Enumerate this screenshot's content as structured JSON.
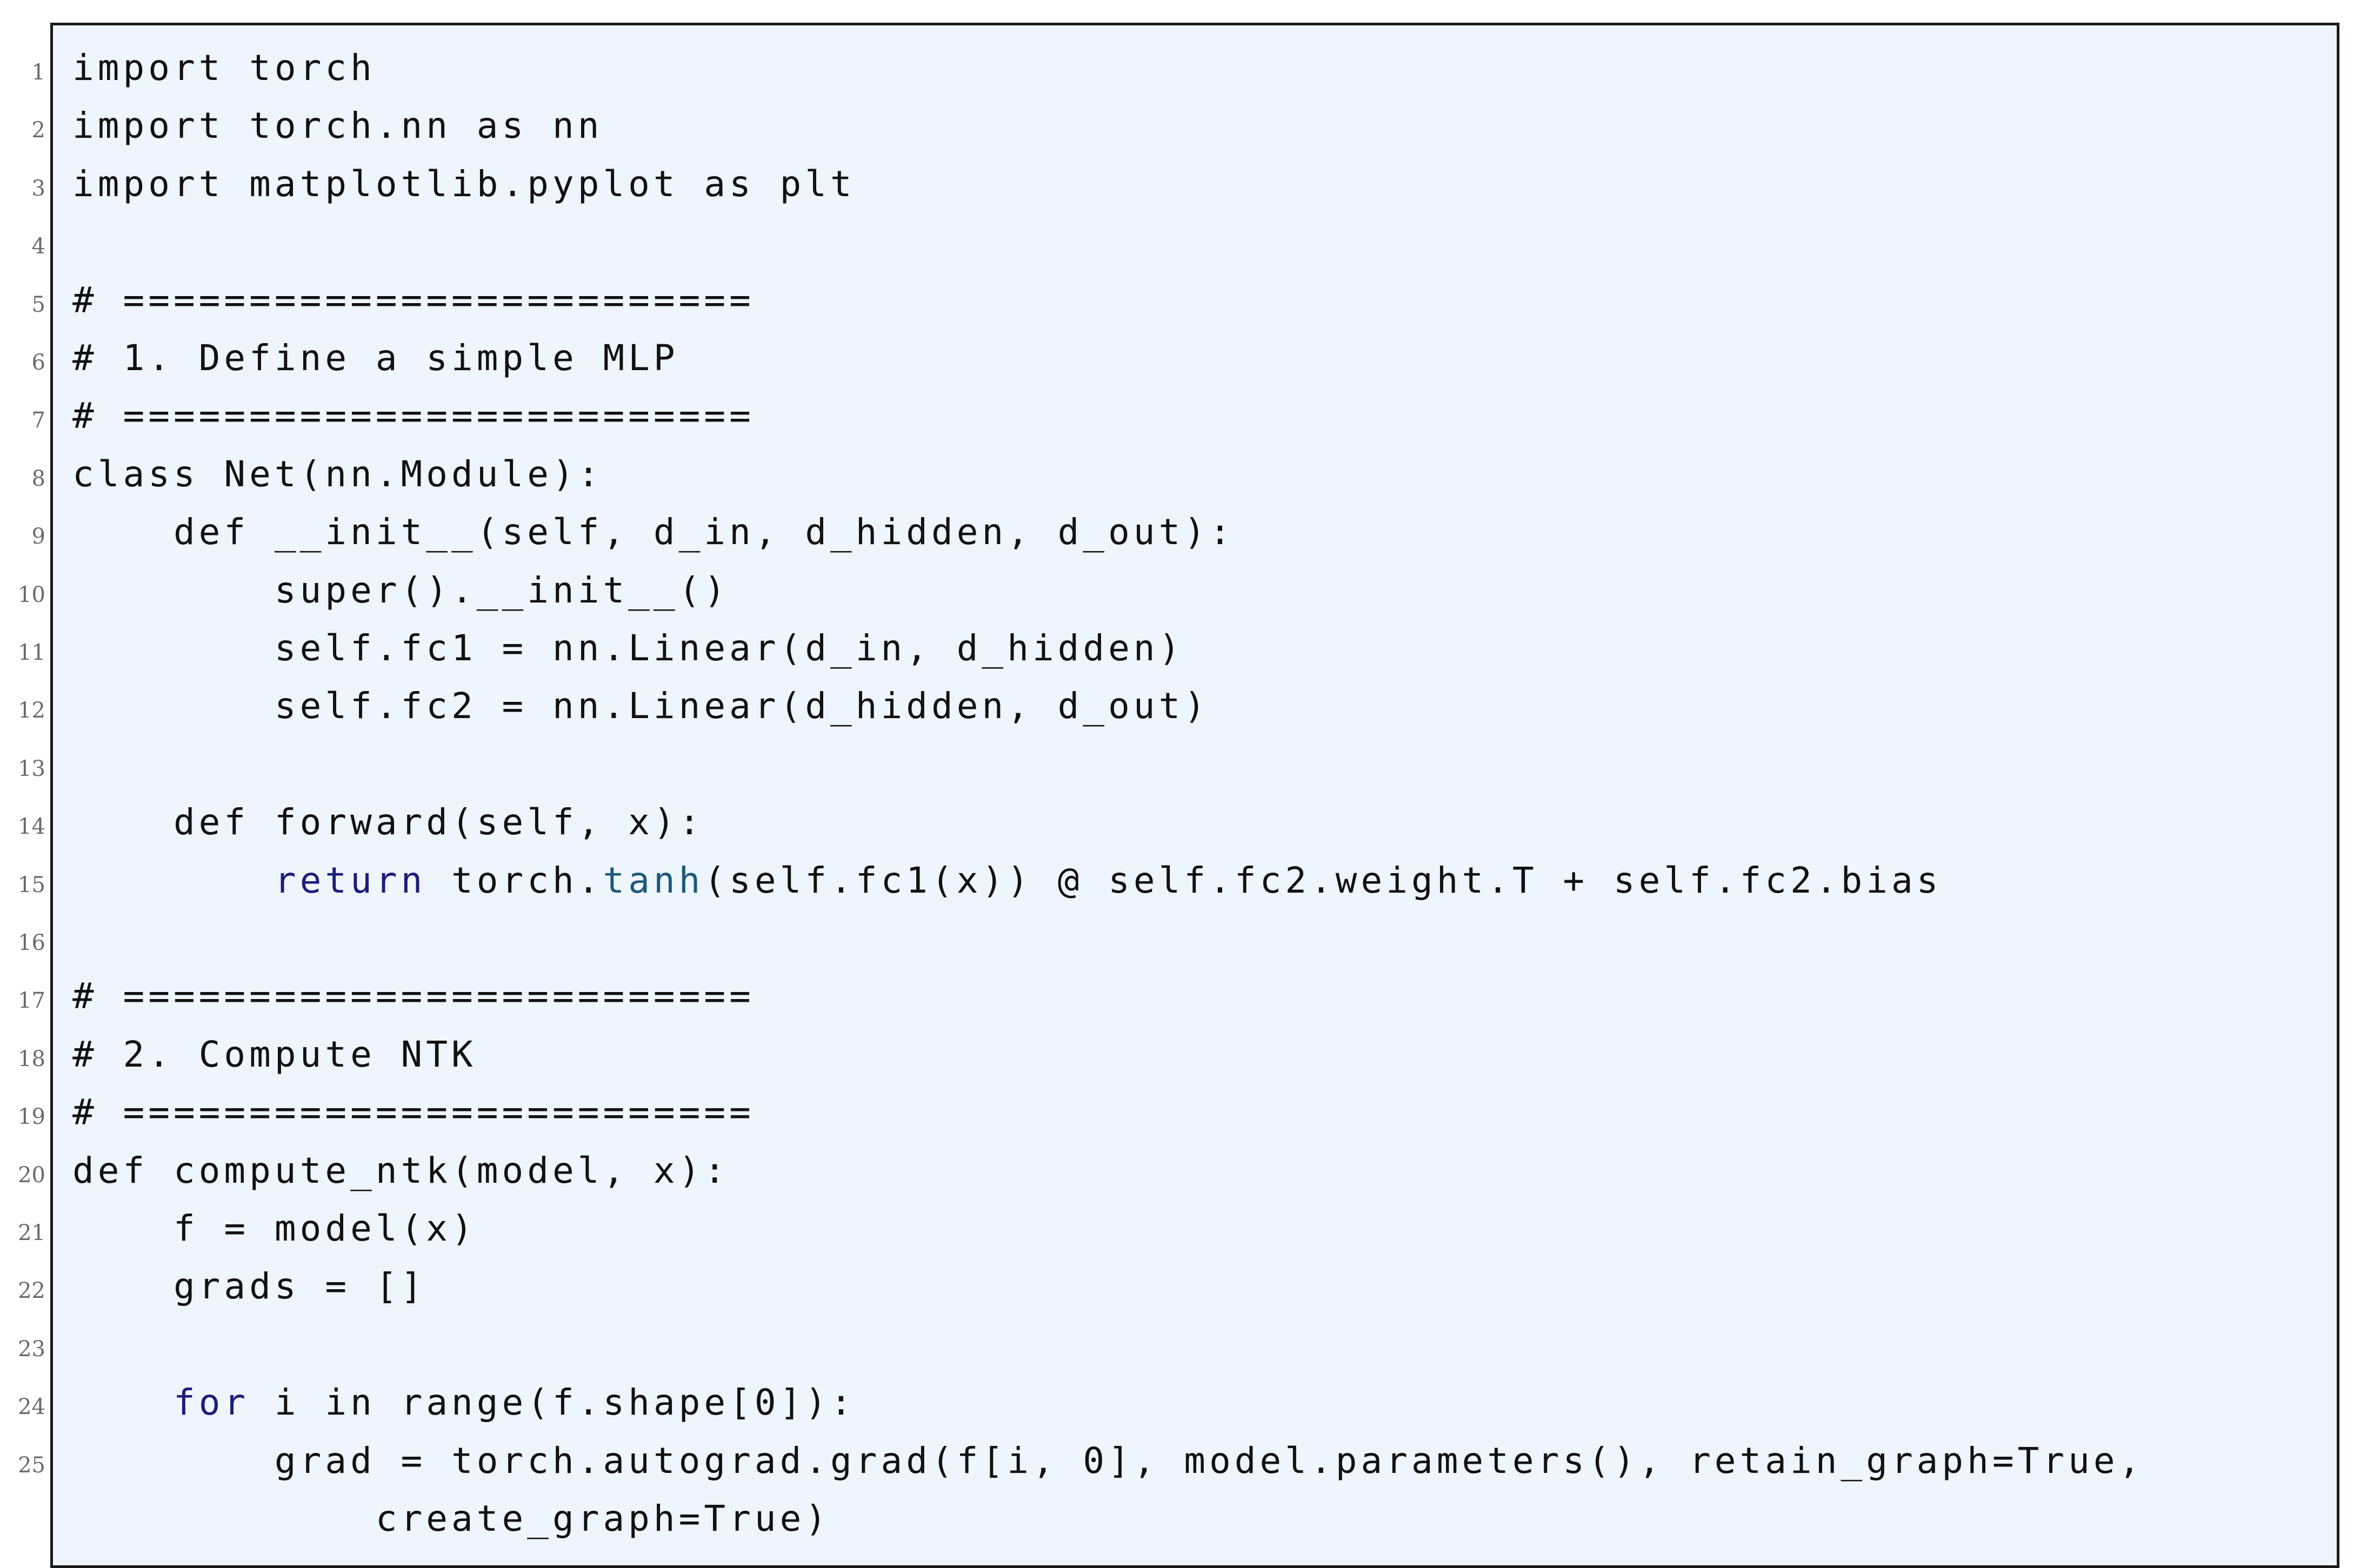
{
  "code_listing": {
    "lines": [
      {
        "number": "1",
        "segments": [
          {
            "text": "import torch"
          }
        ]
      },
      {
        "number": "2",
        "segments": [
          {
            "text": "import torch.nn as nn"
          }
        ]
      },
      {
        "number": "3",
        "segments": [
          {
            "text": "import matplotlib.pyplot as plt"
          }
        ]
      },
      {
        "number": "4",
        "segments": [
          {
            "text": ""
          }
        ]
      },
      {
        "number": "5",
        "segments": [
          {
            "text": "# ========================="
          }
        ]
      },
      {
        "number": "6",
        "segments": [
          {
            "text": "# 1. Define a simple MLP"
          }
        ]
      },
      {
        "number": "7",
        "segments": [
          {
            "text": "# ========================="
          }
        ]
      },
      {
        "number": "8",
        "segments": [
          {
            "text": "class Net(nn.Module):"
          }
        ]
      },
      {
        "number": "9",
        "segments": [
          {
            "text": "    def __init__(self, d_in, d_hidden, d_out):"
          }
        ]
      },
      {
        "number": "10",
        "segments": [
          {
            "text": "        super().__init__()"
          }
        ]
      },
      {
        "number": "11",
        "segments": [
          {
            "text": "        self.fc1 = nn.Linear(d_in, d_hidden)"
          }
        ]
      },
      {
        "number": "12",
        "segments": [
          {
            "text": "        self.fc2 = nn.Linear(d_hidden, d_out)"
          }
        ]
      },
      {
        "number": "13",
        "segments": [
          {
            "text": ""
          }
        ]
      },
      {
        "number": "14",
        "segments": [
          {
            "text": "    def forward(self, x):"
          }
        ]
      },
      {
        "number": "15",
        "segments": [
          {
            "text": "        "
          },
          {
            "text": "return",
            "kind": "keyword"
          },
          {
            "text": " torch."
          },
          {
            "text": "tanh",
            "kind": "function"
          },
          {
            "text": "(self.fc1(x)) @ self.fc2.weight.T + self.fc2.bias"
          }
        ]
      },
      {
        "number": "16",
        "segments": [
          {
            "text": ""
          }
        ]
      },
      {
        "number": "17",
        "segments": [
          {
            "text": "# ========================="
          }
        ]
      },
      {
        "number": "18",
        "segments": [
          {
            "text": "# 2. Compute NTK"
          }
        ]
      },
      {
        "number": "19",
        "segments": [
          {
            "text": "# ========================="
          }
        ]
      },
      {
        "number": "20",
        "segments": [
          {
            "text": "def compute_ntk(model, x):"
          }
        ]
      },
      {
        "number": "21",
        "segments": [
          {
            "text": "    f = model(x)"
          }
        ]
      },
      {
        "number": "22",
        "segments": [
          {
            "text": "    grads = []"
          }
        ]
      },
      {
        "number": "23",
        "segments": [
          {
            "text": ""
          }
        ]
      },
      {
        "number": "24",
        "segments": [
          {
            "text": "    "
          },
          {
            "text": "for",
            "kind": "keyword"
          },
          {
            "text": " i in range(f.shape[0]):"
          }
        ]
      },
      {
        "number": "25",
        "segments": [
          {
            "text": "        grad = torch.autograd.grad(f[i, 0], model.parameters(), retain_graph=True,"
          }
        ]
      },
      {
        "number": "",
        "segments": [
          {
            "text": "            create_graph=True)"
          }
        ]
      }
    ]
  },
  "colors": {
    "background": "#eef5fd",
    "border": "#1a1a1a",
    "text": "#111111",
    "keyword": "#1d1d7a",
    "function": "#1d5a7a",
    "line_number": "#6a6a6a"
  }
}
